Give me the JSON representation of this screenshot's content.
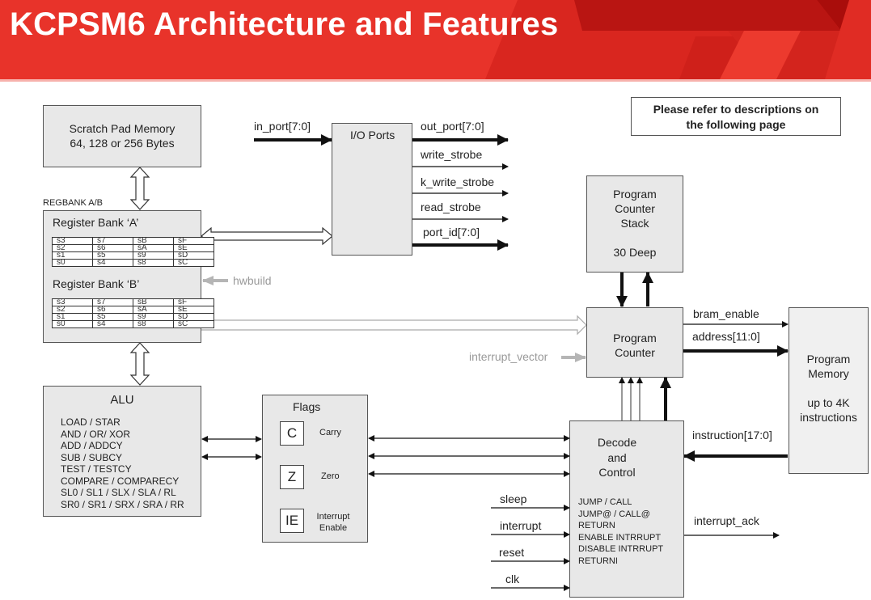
{
  "title": "KCPSM6 Architecture and Features",
  "note": {
    "line1": "Please refer to descriptions on",
    "line2": "the following page"
  },
  "scratch_pad": {
    "line1": "Scratch Pad Memory",
    "line2": "64, 128 or 256 Bytes"
  },
  "regbank_label": "REGBANK A/B",
  "register_bank_a": {
    "title": "Register Bank ‘A’",
    "rows": [
      [
        "s3",
        "s7",
        "sB",
        "sF"
      ],
      [
        "s2",
        "s6",
        "sA",
        "sE"
      ],
      [
        "s1",
        "s5",
        "s9",
        "sD"
      ],
      [
        "s0",
        "s4",
        "s8",
        "sC"
      ]
    ]
  },
  "register_bank_b": {
    "title": "Register Bank ‘B’",
    "rows": [
      [
        "s3",
        "s7",
        "sB",
        "sF"
      ],
      [
        "s2",
        "s6",
        "sA",
        "sE"
      ],
      [
        "s1",
        "s5",
        "s9",
        "sD"
      ],
      [
        "s0",
        "s4",
        "s8",
        "sC"
      ]
    ]
  },
  "hwbuild": "hwbuild",
  "io_ports": {
    "title": "I/O Ports",
    "input": "in_port[7:0]",
    "outputs": [
      "out_port[7:0]",
      "write_strobe",
      "k_write_strobe",
      "read_strobe",
      "port_id[7:0]"
    ]
  },
  "alu": {
    "title": "ALU",
    "instructions": [
      "LOAD / STAR",
      "AND / OR/ XOR",
      "ADD / ADDCY",
      "SUB / SUBCY",
      "TEST / TESTCY",
      "COMPARE / COMPARECY",
      "SL0 / SL1 / SLX / SLA / RL",
      "SR0 / SR1 / SRX / SRA / RR"
    ]
  },
  "flags": {
    "title": "Flags",
    "items": [
      {
        "symbol": "C",
        "label": "Carry"
      },
      {
        "symbol": "Z",
        "label": "Zero"
      },
      {
        "symbol": "IE",
        "label1": "Interrupt",
        "label2": "Enable"
      }
    ]
  },
  "pc_stack": {
    "line1": "Program",
    "line2": "Counter",
    "line3": "Stack",
    "line4": "30 Deep"
  },
  "program_counter": {
    "line1": "Program",
    "line2": "Counter"
  },
  "interrupt_vector": "interrupt_vector",
  "bram_enable": "bram_enable",
  "address": "address[11:0]",
  "instruction": "instruction[17:0]",
  "program_memory": {
    "line1": "Program",
    "line2": "Memory",
    "line3": "up to 4K",
    "line4": "instructions"
  },
  "decode": {
    "line1": "Decode",
    "line2": "and",
    "line3": "Control",
    "instructions": [
      "JUMP / CALL",
      "JUMP@ / CALL@",
      "RETURN",
      "ENABLE INTRRUPT",
      "DISABLE INTRRUPT",
      "RETURNI"
    ],
    "inputs": [
      "sleep",
      "interrupt",
      "reset",
      "clk"
    ],
    "output": "interrupt_ack"
  },
  "colors": {
    "header_red": "#e8332a",
    "box_fill": "#e8e8e8",
    "gray_signal": "#b5b5b5"
  }
}
